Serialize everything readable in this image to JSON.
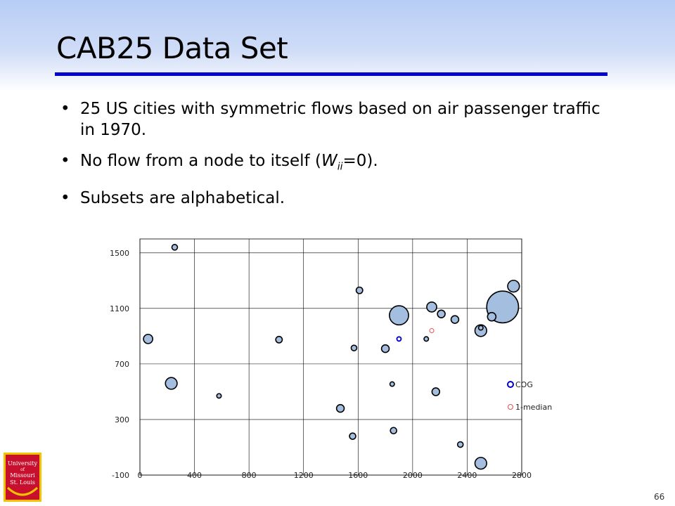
{
  "slide": {
    "title": "CAB25 Data Set",
    "bullets": [
      {
        "text": "25 US cities with symmetric flows based on air passenger traffic in 1970."
      },
      {
        "pre": "No flow from a node to itself (",
        "w": "W",
        "sub": "ii",
        "post": "=0)."
      },
      {
        "text": "Subsets are alphabetical."
      }
    ],
    "page_number": "66",
    "logo": {
      "line1": "University",
      "line2": "of",
      "line3": "Missouri",
      "line4": "St. Louis"
    }
  },
  "colors": {
    "bubble_fill": "#a4bedf",
    "bubble_stroke": "#000000",
    "cog": "#0000cc",
    "median": "#e05050",
    "title_rule": "#0000cc",
    "logo_red": "#c8102e",
    "logo_gold": "#f2c400"
  },
  "chart_data": {
    "type": "scatter",
    "bubble": true,
    "title": "",
    "xlabel": "",
    "ylabel": "",
    "xlim": [
      0,
      2800
    ],
    "ylim": [
      -100,
      1600
    ],
    "xticks": [
      "0",
      "400",
      "800",
      "1200",
      "1600",
      "2000",
      "2400",
      "2800"
    ],
    "yticks": [
      "-100",
      "300",
      "700",
      "1100",
      "1500"
    ],
    "grid": true,
    "legend_position": "right",
    "legend": [
      {
        "label": "COG",
        "marker": "cog"
      },
      {
        "label": "1-median",
        "marker": "median"
      }
    ],
    "points": [
      {
        "x": 255,
        "y": 1540,
        "size": 1
      },
      {
        "x": 60,
        "y": 880,
        "size": 3
      },
      {
        "x": 230,
        "y": 560,
        "size": 5
      },
      {
        "x": 580,
        "y": 470,
        "size": 0.6
      },
      {
        "x": 1020,
        "y": 875,
        "size": 1.4
      },
      {
        "x": 1610,
        "y": 1230,
        "size": 1.4
      },
      {
        "x": 1570,
        "y": 815,
        "size": 1
      },
      {
        "x": 1470,
        "y": 380,
        "size": 2
      },
      {
        "x": 1560,
        "y": 180,
        "size": 1.3
      },
      {
        "x": 1800,
        "y": 810,
        "size": 2
      },
      {
        "x": 1860,
        "y": 220,
        "size": 1.3
      },
      {
        "x": 1850,
        "y": 555,
        "size": 0.6
      },
      {
        "x": 1900,
        "y": 1050,
        "size": 14
      },
      {
        "x": 2100,
        "y": 880,
        "size": 0.6
      },
      {
        "x": 2140,
        "y": 1110,
        "size": 3.5
      },
      {
        "x": 2210,
        "y": 1060,
        "size": 2
      },
      {
        "x": 2310,
        "y": 1020,
        "size": 2
      },
      {
        "x": 2170,
        "y": 500,
        "size": 2
      },
      {
        "x": 2350,
        "y": 120,
        "size": 1
      },
      {
        "x": 2500,
        "y": 940,
        "size": 5
      },
      {
        "x": 2580,
        "y": 1040,
        "size": 2.5
      },
      {
        "x": 2660,
        "y": 1110,
        "size": 40
      },
      {
        "x": 2740,
        "y": 1260,
        "size": 5
      },
      {
        "x": 2500,
        "y": -15,
        "size": 5
      },
      {
        "x": 2500,
        "y": 960,
        "size": 0.6
      }
    ],
    "cog": {
      "x": 1900,
      "y": 880
    },
    "median": {
      "x": 2140,
      "y": 940
    }
  }
}
